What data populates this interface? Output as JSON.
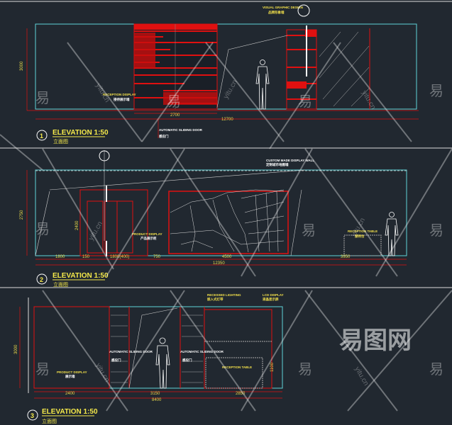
{
  "elevations": [
    {
      "number": "1",
      "title": "ELEVATION 1:50",
      "subtitle": "立面图",
      "dims": {
        "height": "3000",
        "door_width": "2700",
        "total_width": "12700"
      },
      "labels": {
        "door": "AUTOMATIC SLIDING DOOR",
        "door_cn": "感应门",
        "wall_left": "RECEPTION DISPLAY",
        "wall_left_cn": "接待展示墙",
        "top_note": "VISUAL GRAPHIC DESIGN",
        "top_note_cn": "品牌形象墙"
      }
    },
    {
      "number": "2",
      "title": "ELEVATION 1:50",
      "subtitle": "立面图",
      "dims": {
        "height": "2750",
        "inner_height": "2400",
        "d1": "1800",
        "d2": "150",
        "d3": "1800(400)",
        "d4": "750",
        "d5": "4500",
        "d6": "3950",
        "total": "12350"
      },
      "labels": {
        "display_wall": "CUSTOM MADE DISPLAY WALL",
        "display_wall_cn": "定制城市地图墙",
        "brochure": "PRODUCT DISPLAY",
        "brochure_cn": "产品展示柜",
        "reception": "RECEPTION TABLE",
        "reception_cn": "接待台"
      }
    },
    {
      "number": "3",
      "title": "ELEVATION 1:50",
      "subtitle": "立面图",
      "dims": {
        "height": "3000",
        "d1": "2400",
        "d2": "3150",
        "d3": "2850",
        "total": "8400",
        "h1": "1100"
      },
      "labels": {
        "door_a": "AUTOMATIC SLIDING DOOR",
        "door_a_cn": "感应门",
        "door_b": "AUTOMATIC SLIDING DOOR",
        "door_b_cn": "感应门",
        "lighting": "RECESSED LIGHTING",
        "lighting_cn": "嵌入式灯带",
        "lcd": "LCD DISPLAY",
        "lcd_cn": "液晶显示屏",
        "reception": "RECEPTION TABLE",
        "wall": "PRODUCT DISPLAY",
        "wall_cn": "展示墙"
      }
    }
  ],
  "watermark": {
    "logo": "易图网",
    "char": "易",
    "url": "yitu.cn"
  }
}
